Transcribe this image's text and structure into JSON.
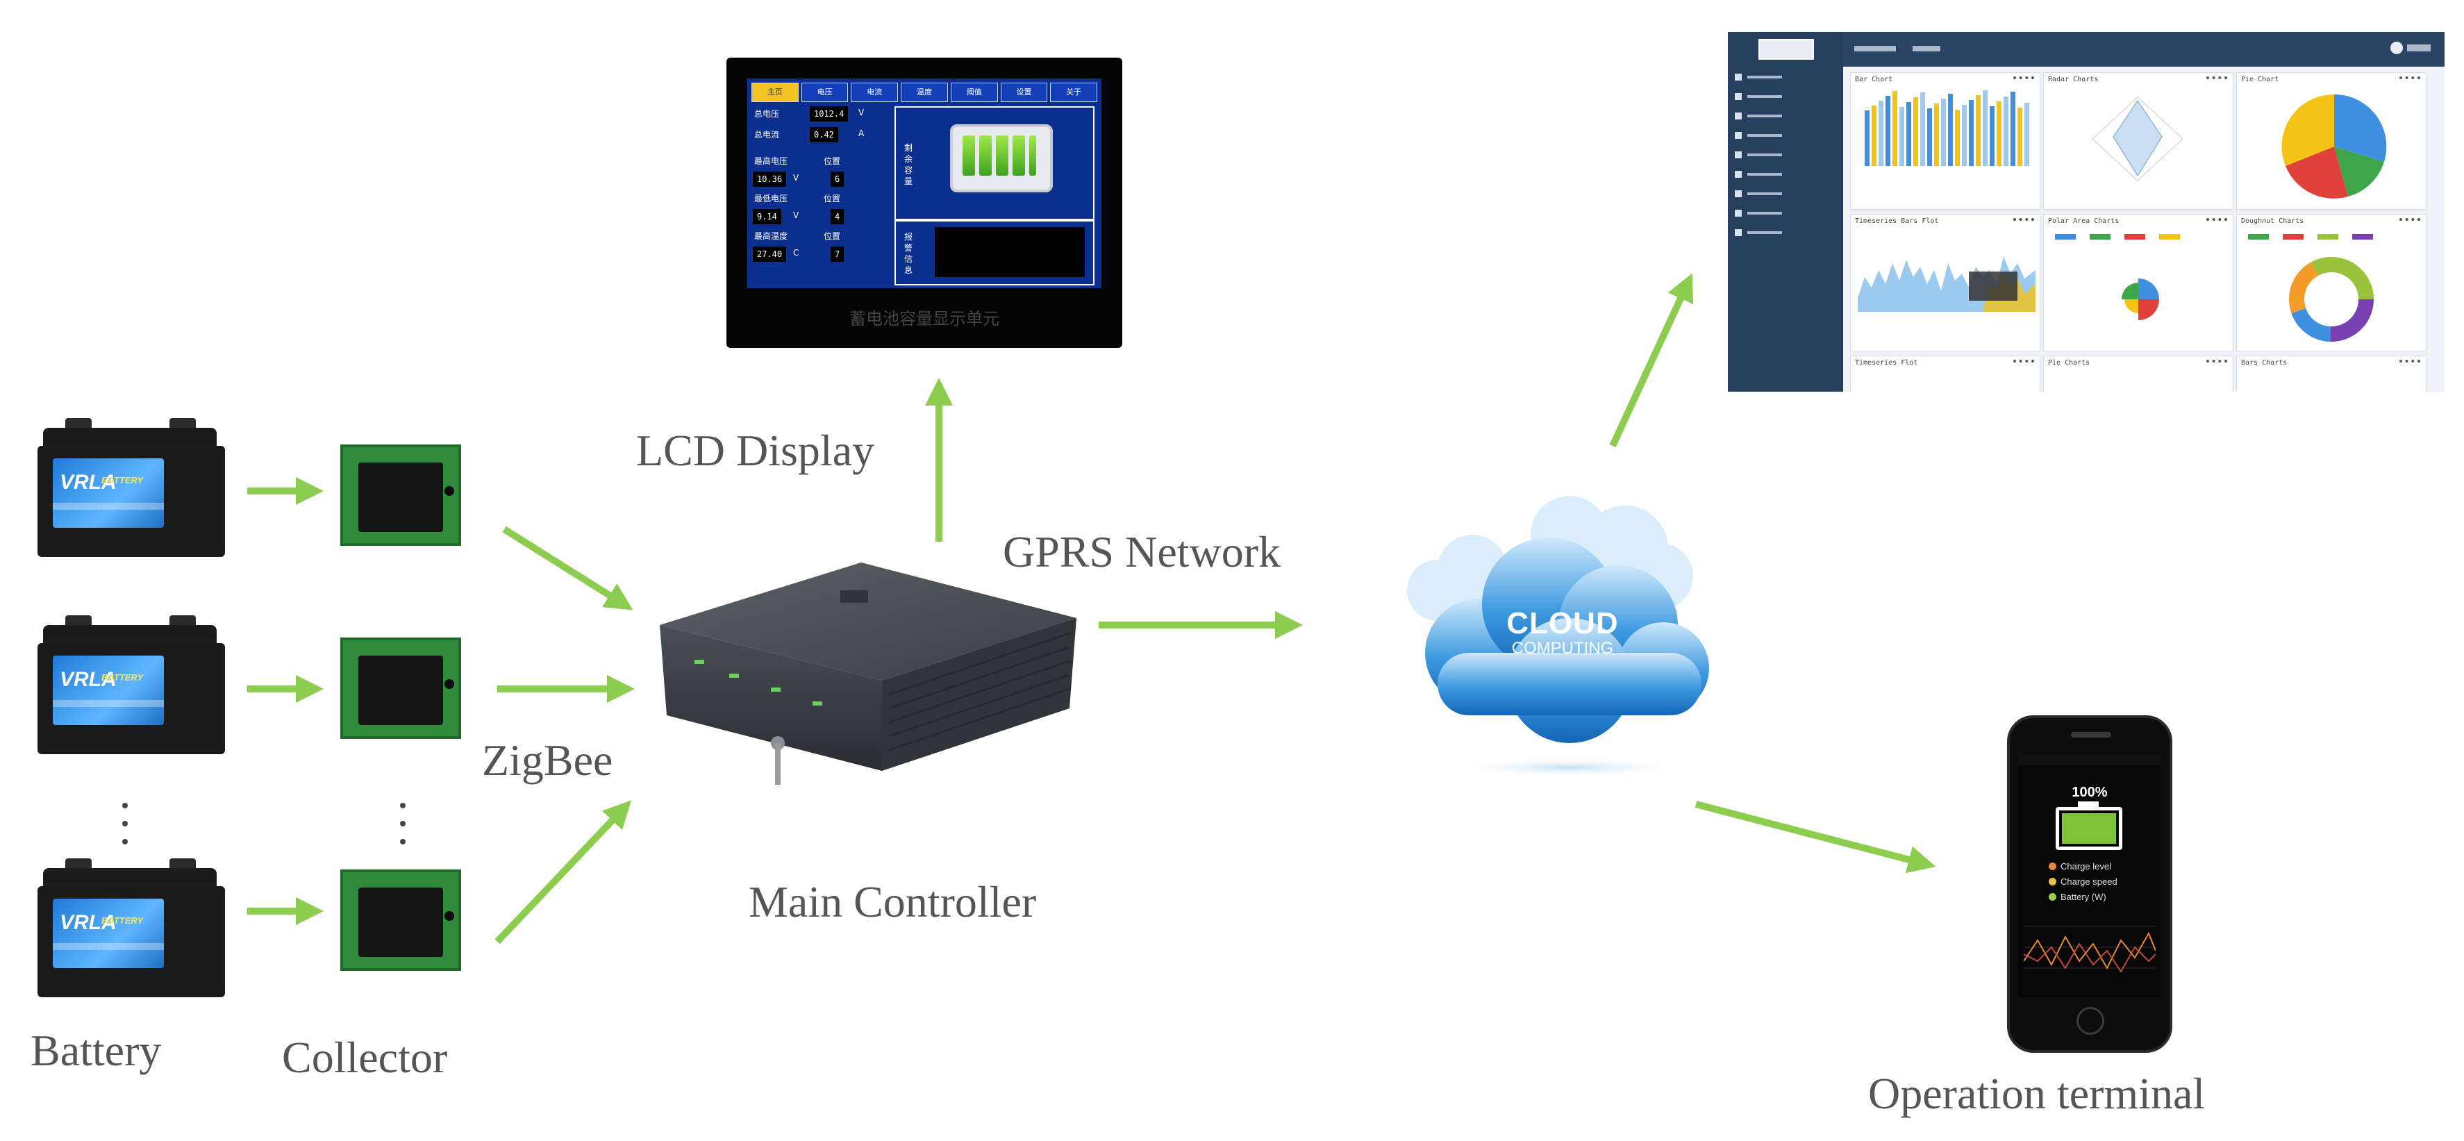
{
  "labels": {
    "battery": "Battery",
    "collector": "Collector",
    "zigbee": "ZigBee",
    "lcd_display": "LCD Display",
    "main_controller": "Main Controller",
    "gprs_network": "GPRS Network",
    "operation_terminal": "Operation terminal"
  },
  "battery_brand": "VRLA",
  "battery_brand_sub": "BATTERY",
  "lcd": {
    "tabs": [
      "主页",
      "电压",
      "电流",
      "温度",
      "阈值",
      "设置",
      "关于"
    ],
    "fields": [
      {
        "label": "总电压",
        "value": "1012.4",
        "unit": "V"
      },
      {
        "label": "总电流",
        "value": "0.42",
        "unit": "A"
      }
    ],
    "rows": [
      {
        "label": "最高电压",
        "pos": "位置",
        "value": "10.36",
        "unit": "V",
        "idx": "6"
      },
      {
        "label": "最低电压",
        "pos": "位置",
        "value": "9.14",
        "unit": "V",
        "idx": "4"
      },
      {
        "label": "最高温度",
        "pos": "位置",
        "value": "27.40",
        "unit": "C",
        "idx": "7"
      }
    ],
    "side_label_top": "剩余容量",
    "side_label_bottom": "报警信息",
    "caption": "蓄电池容量显示单元"
  },
  "cloud": {
    "line1": "CLOUD",
    "line2": "COMPUTING"
  },
  "dashboard": {
    "cards": [
      "Bar Chart",
      "Radar Charts",
      "Pie Chart",
      "Timeseries Bars Flot",
      "Polar Area Charts",
      "Doughnut Charts",
      "Timeseries Flot",
      "Pie Charts",
      "Bars Charts"
    ]
  },
  "phone": {
    "percent": "100%",
    "legend": [
      "Charge level",
      "Charge speed",
      "Battery (W)"
    ],
    "legend_colors": [
      "#e8883a",
      "#e8c34a",
      "#9ad04a"
    ]
  },
  "colors": {
    "arrow": "#8ccc4e",
    "label_text": "#555555",
    "cloud": "#2b8bd6",
    "dashboard_sidebar": "#273f5e"
  }
}
